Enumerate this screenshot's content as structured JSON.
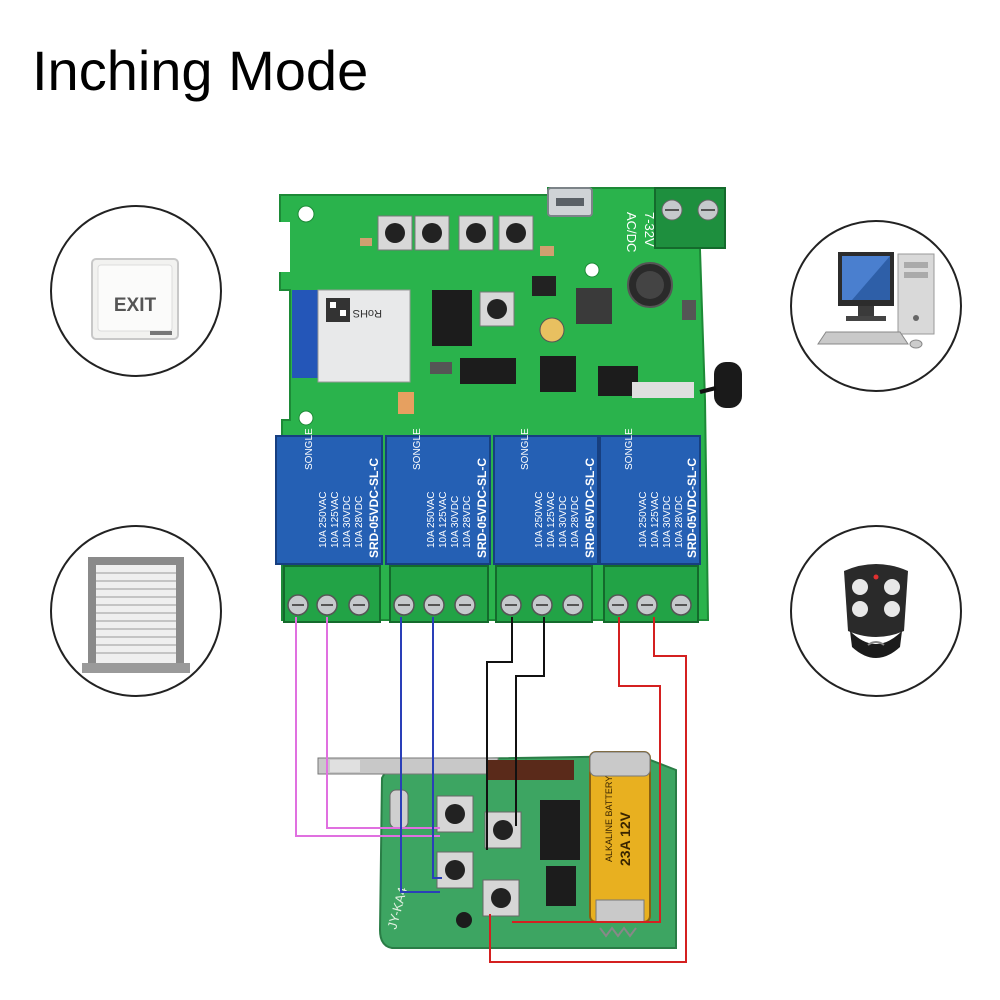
{
  "title": "Inching Mode",
  "accessories": {
    "exit_button_label": "EXIT"
  },
  "relay_board": {
    "power_label_1": "7-32V",
    "power_label_2": "AC/DC",
    "module_label": "RoHS",
    "relays": [
      {
        "brand": "SONGLE",
        "model": "SRD-05VDC-SL-C",
        "rating_1": "10A 250VAC",
        "rating_2": "10A 125VAC",
        "rating_3": "10A 30VDC",
        "rating_4": "10A 28VDC"
      },
      {
        "brand": "SONGLE",
        "model": "SRD-05VDC-SL-C",
        "rating_1": "10A 250VAC",
        "rating_2": "10A 125VAC",
        "rating_3": "10A 30VDC",
        "rating_4": "10A 28VDC"
      },
      {
        "brand": "SONGLE",
        "model": "SRD-05VDC-SL-C",
        "rating_1": "10A 250VAC",
        "rating_2": "10A 125VAC",
        "rating_3": "10A 30VDC",
        "rating_4": "10A 28VDC"
      },
      {
        "brand": "SONGLE",
        "model": "SRD-05VDC-SL-C",
        "rating_1": "10A 250VAC",
        "rating_2": "10A 125VAC",
        "rating_3": "10A 30VDC",
        "rating_4": "10A 28VDC"
      }
    ]
  },
  "remote_board": {
    "board_label": "JY-KA4",
    "battery_line_1": "ALKALINE BATTERY",
    "battery_line_2": "23A 12V"
  },
  "colors": {
    "pcb_green": "#29b24a",
    "relay_blue": "#1f5fb0",
    "wire_pink": "#e070e0",
    "wire_blue": "#2a3fb8",
    "wire_black": "#111111",
    "wire_red": "#d42020",
    "battery_gold": "#e8b020"
  }
}
